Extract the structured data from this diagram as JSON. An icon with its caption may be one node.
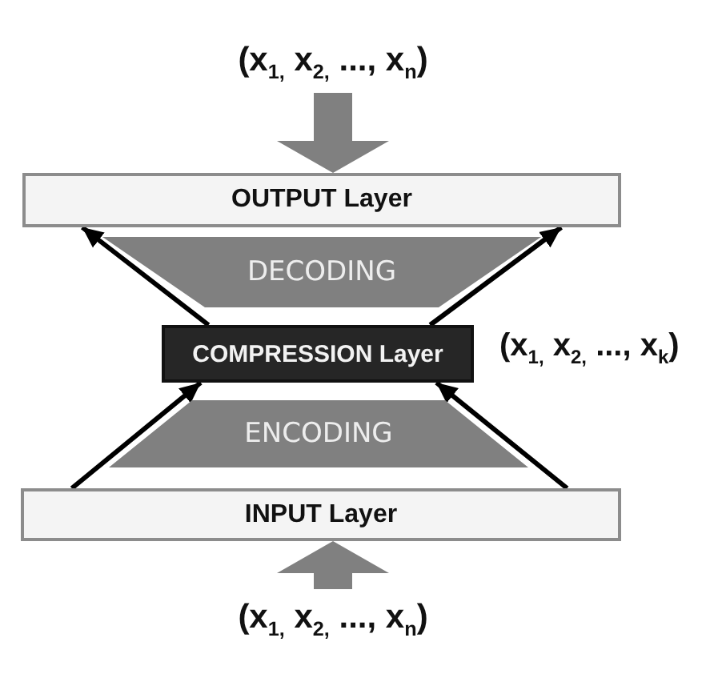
{
  "diagram": {
    "nodes": [
      {
        "text": [
          "(x$_{1,}$ x$_{2,}$ ..., x$_{n}$)"
        ]
      },
      {
        "text": [
          "OUTPUT Layer"
        ]
      },
      {
        "text": [
          "DECODING"
        ]
      },
      {
        "text": [
          "COMPRESSION Layer"
        ],
        "beside": [
          "(x$_{1,}$ x$_{2,}$ ..., x$_{k}$)"
        ]
      },
      {
        "text": [
          "ENCODING"
        ]
      },
      {
        "text": [
          "INPUT Layer"
        ]
      },
      {
        "text": [
          "(x$_{1,}$ x$_{2,}$ ..., x$_{n}$)"
        ]
      }
    ],
    "edges": [
      {
        "from": 0,
        "to": 1,
        "arrow": "to",
        "style": "thick",
        "color": "#808080"
      },
      {
        "from": 3,
        "to": 1,
        "arrow": "to"
      },
      {
        "from": 3,
        "to": 1,
        "arrow": "to"
      },
      {
        "from": 5,
        "to": 3,
        "arrow": "to"
      },
      {
        "from": 5,
        "to": 3,
        "arrow": "to"
      },
      {
        "from": 6,
        "to": 5,
        "arrow": "to",
        "style": "thick",
        "color": "#808080"
      }
    ]
  }
}
